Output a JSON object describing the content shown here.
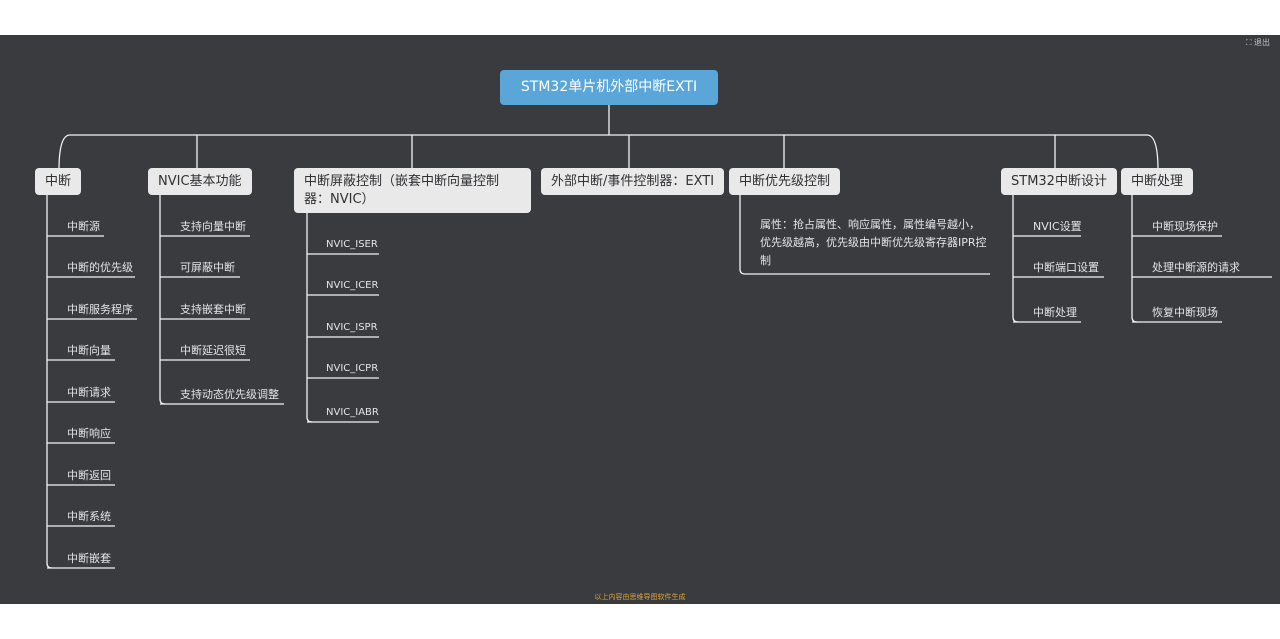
{
  "corner": "⛶ 退出",
  "root": "STM32单片机外部中断EXTI",
  "branches": [
    {
      "label": "中断",
      "children": [
        "中断源",
        "中断的优先级",
        "中断服务程序",
        "中断向量",
        "中断请求",
        "中断响应",
        "中断返回",
        "中断系统",
        "中断嵌套"
      ]
    },
    {
      "label": "NVIC基本功能",
      "children": [
        "支持向量中断",
        "可屏蔽中断",
        "支持嵌套中断",
        "中断延迟很短",
        "支持动态优先级调整"
      ]
    },
    {
      "label": "中断屏蔽控制（嵌套中断向量控制器：NVIC）",
      "children": [
        "NVIC_ISER",
        "NVIC_ICER",
        "NVIC_ISPR",
        "NVIC_ICPR",
        "NVIC_IABR"
      ]
    },
    {
      "label": "外部中断/事件控制器：EXTI",
      "children": []
    },
    {
      "label": "中断优先级控制",
      "children": [
        "属性：抢占属性、响应属性，属性编号越小，优先级越高，优先级由中断优先级寄存器IPR控制"
      ]
    },
    {
      "label": "STM32中断设计",
      "children": [
        "NVIC设置",
        "中断端口设置",
        "中断处理"
      ]
    },
    {
      "label": "中断处理",
      "children": [
        "中断现场保护",
        "处理中断源的请求",
        "恢复中断现场"
      ]
    }
  ],
  "footer": "以上内容由思维导图软件生成"
}
